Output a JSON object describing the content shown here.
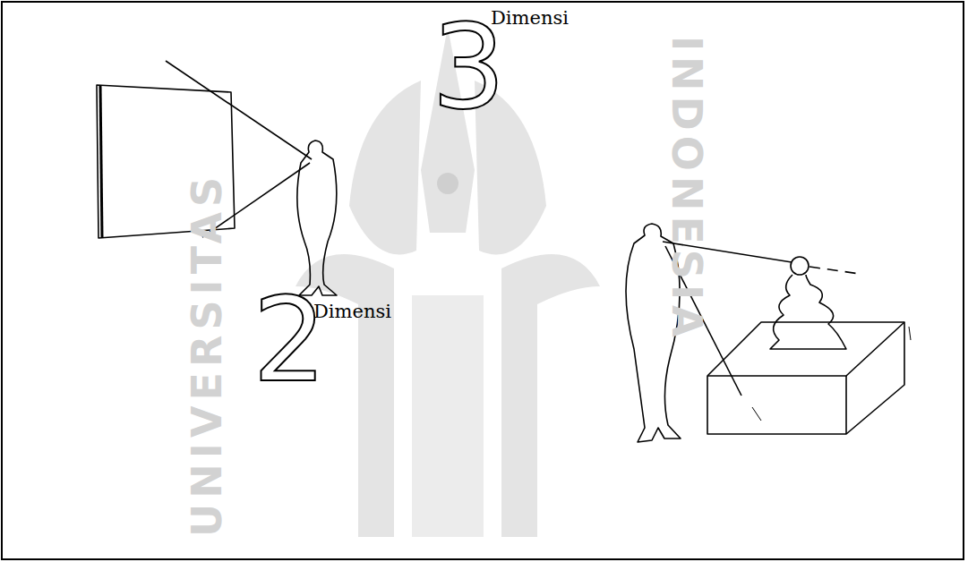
{
  "diagram": {
    "labels": [
      "UNIVERSITAS",
      "INDONESIA",
      "3",
      "Dimensi",
      "2",
      "Dimensi"
    ]
  }
}
